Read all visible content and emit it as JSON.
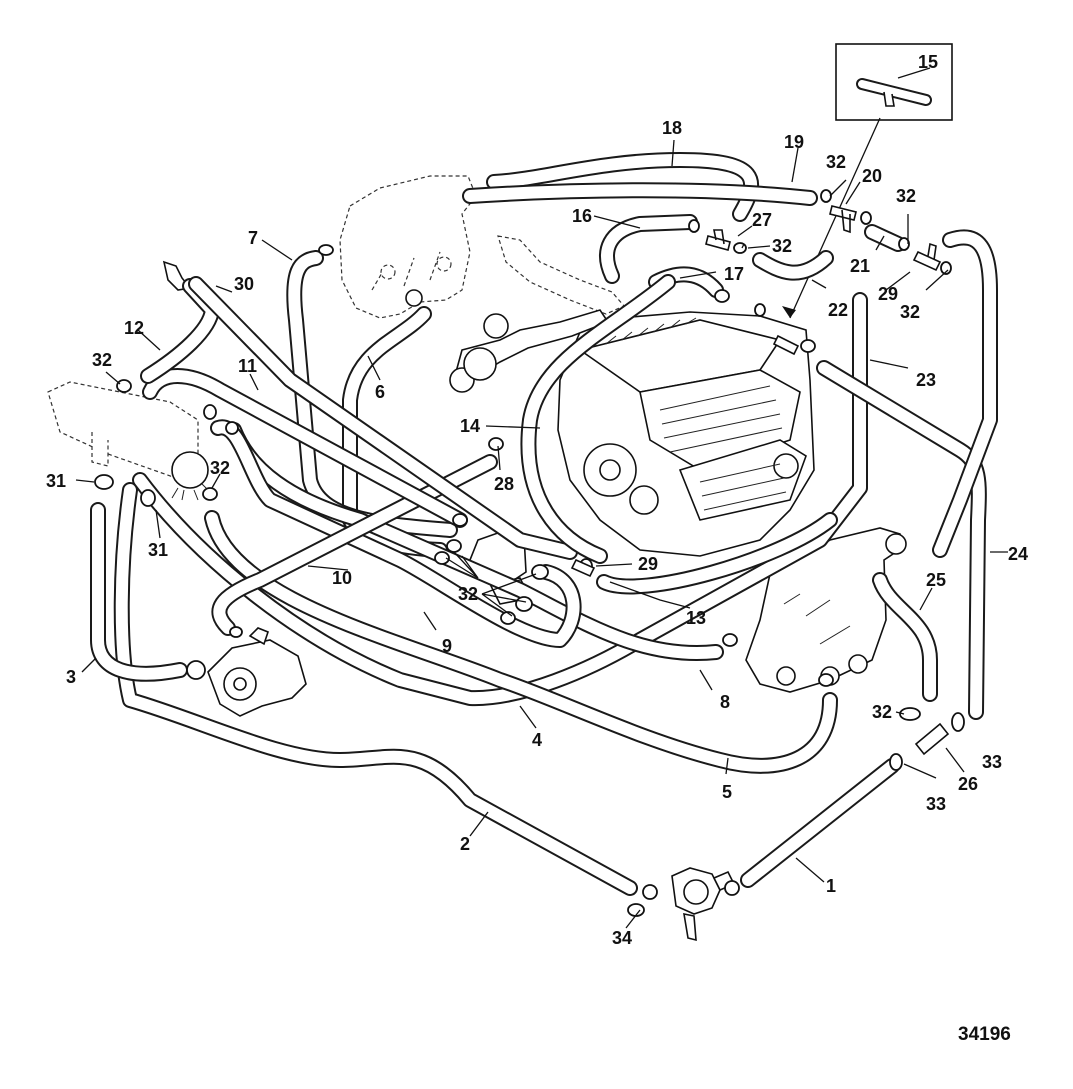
{
  "figure_number": "34196",
  "callouts": {
    "c1": "1",
    "c2": "2",
    "c3": "3",
    "c4": "4",
    "c5": "5",
    "c6": "6",
    "c7": "7",
    "c8": "8",
    "c9": "9",
    "c10": "10",
    "c11": "11",
    "c12": "12",
    "c13": "13",
    "c14": "14",
    "c15": "15",
    "c16": "16",
    "c17": "17",
    "c18": "18",
    "c19": "19",
    "c20": "20",
    "c21": "21",
    "c22": "22",
    "c23": "23",
    "c24": "24",
    "c25": "25",
    "c26": "26",
    "c27": "27",
    "c28": "28",
    "c29a": "29",
    "c29b": "29",
    "c30": "30",
    "c31a": "31",
    "c31b": "31",
    "c32a": "32",
    "c32b": "32",
    "c32c": "32",
    "c32d": "32",
    "c32e": "32",
    "c32f": "32",
    "c32g": "32",
    "c32h": "32",
    "c33a": "33",
    "c33b": "33",
    "c34": "34"
  }
}
